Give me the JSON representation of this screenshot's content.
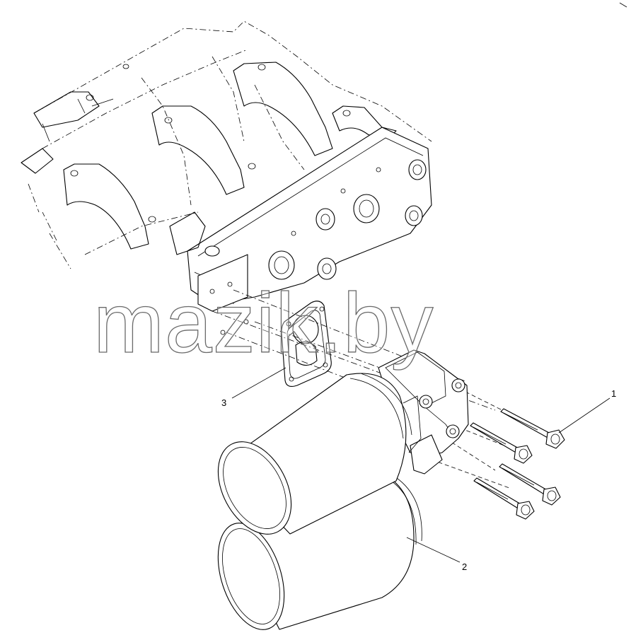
{
  "diagram": {
    "watermark": "mazik.by",
    "callouts": [
      {
        "id": "1",
        "label": "1"
      },
      {
        "id": "2",
        "label": "2"
      },
      {
        "id": "3",
        "label": "3"
      }
    ],
    "parts": {
      "engine_block": "engine-block",
      "gasket": "gasket",
      "filter_housing": "oil-filter-housing",
      "filter_canisters": "filter-canister",
      "bolts": "bolt"
    }
  }
}
